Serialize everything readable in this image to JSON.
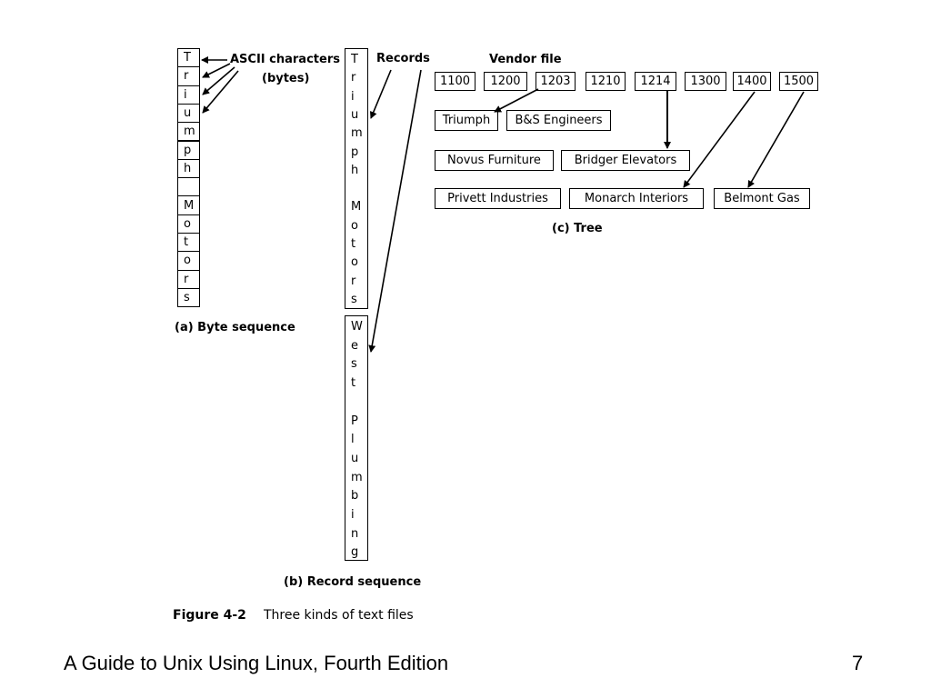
{
  "byte_sequence": {
    "chars": [
      "T",
      "r",
      "i",
      "u",
      "m",
      "p",
      "h",
      "",
      "M",
      "o",
      "t",
      "o",
      "r",
      "s"
    ],
    "annotation_line1": "ASCII characters",
    "annotation_line2": "(bytes)",
    "caption": "(a) Byte sequence"
  },
  "record_sequence": {
    "record1_chars": [
      "T",
      "r",
      "i",
      "u",
      "m",
      "p",
      "h",
      "",
      "M",
      "o",
      "t",
      "o",
      "r",
      "s"
    ],
    "record2_chars": [
      "W",
      "e",
      "s",
      "t",
      "",
      "P",
      "l",
      "u",
      "m",
      "b",
      "i",
      "n",
      "g"
    ],
    "annotation": "Records",
    "caption": "(b) Record sequence"
  },
  "tree": {
    "title": "Vendor file",
    "keys": [
      "1100",
      "1200",
      "1203",
      "1210",
      "1214",
      "1300",
      "1400",
      "1500"
    ],
    "row1": [
      "Triumph",
      "B&S Engineers"
    ],
    "row2": [
      "Novus Furniture",
      "Bridger Elevators"
    ],
    "row3": [
      "Privett Industries",
      "Monarch Interiors",
      "Belmont Gas"
    ],
    "caption": "(c) Tree"
  },
  "figure": {
    "label": "Figure 4-2",
    "title": "Three kinds of text files"
  },
  "footer": {
    "book_title": "A Guide to Unix Using Linux, Fourth Edition",
    "page_number": "7"
  }
}
